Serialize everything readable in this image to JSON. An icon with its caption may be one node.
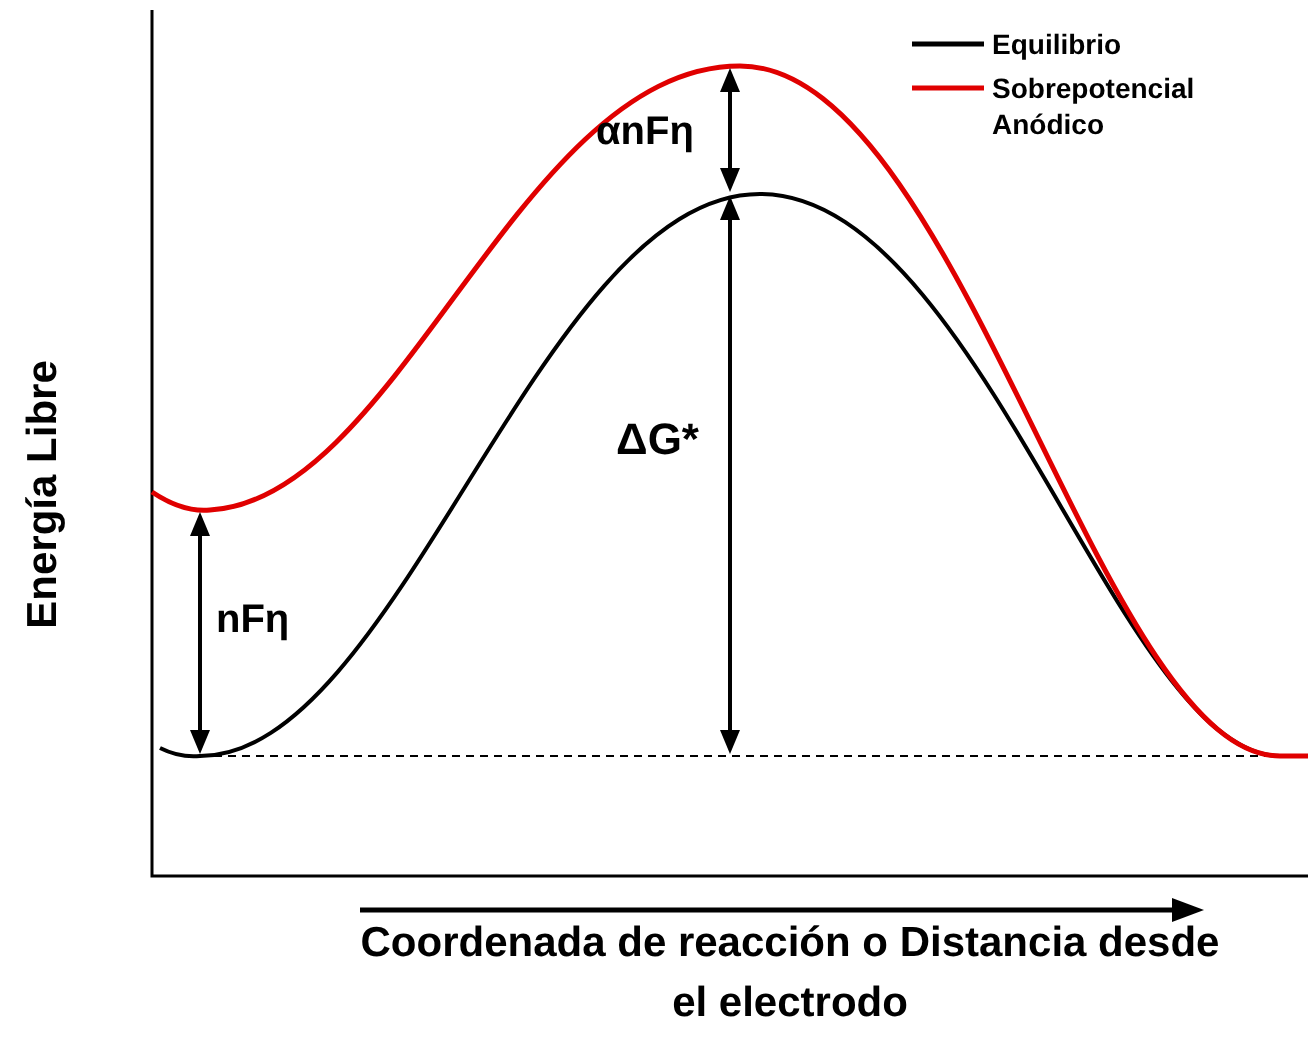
{
  "diagram": {
    "labels": [
      "αnFη",
      "ΔG*",
      "nFη",
      "Energía Libre",
      "Coordenada de reacción o Distancia desde el electrodo"
    ],
    "legend": [
      {
        "text": "Equilibrio"
      },
      {
        "text": "Sobrepotencial Anódico"
      }
    ]
  }
}
